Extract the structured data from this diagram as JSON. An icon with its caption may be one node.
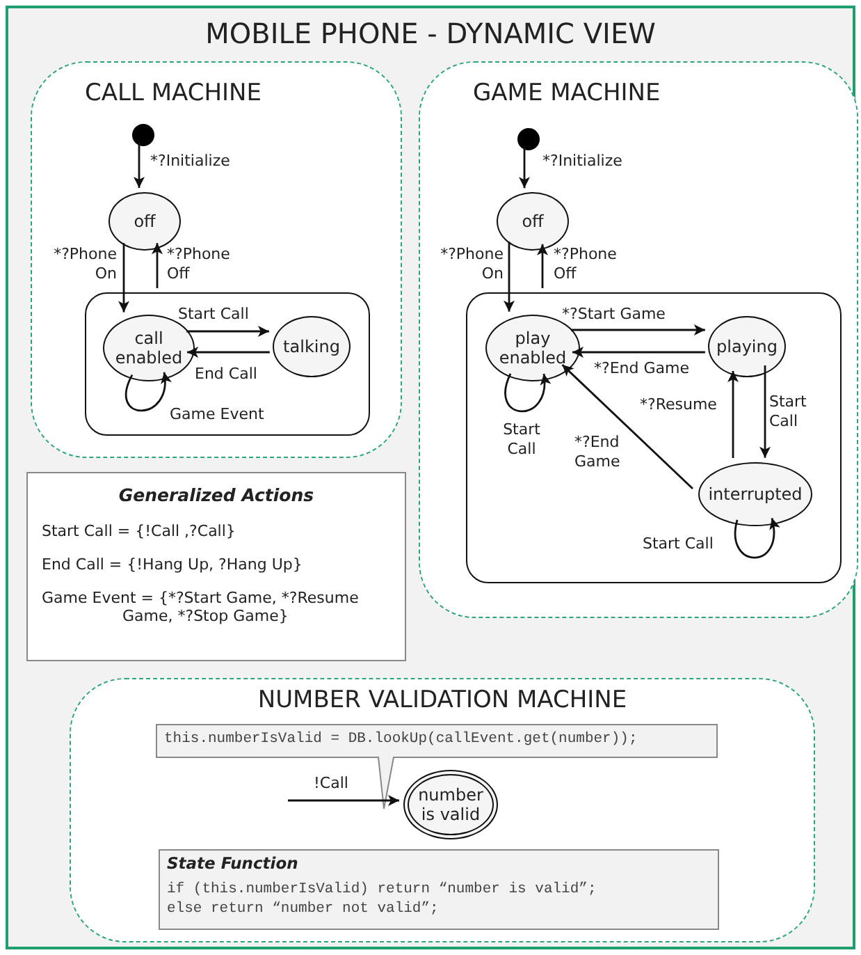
{
  "diagram": {
    "title": "MOBILE PHONE - DYNAMIC VIEW",
    "nodes": [
      {
        "text": [
          "CALL MACHINE"
        ]
      },
      {
        "text": [],
        "shape": "circle",
        "in": 0
      },
      {
        "text": [
          "off"
        ],
        "in": 0
      },
      {
        "text": [],
        "shape": "box",
        "in": 0
      },
      {
        "text": [
          "call enabled"
        ],
        "in": 3
      },
      {
        "text": [
          "talking"
        ],
        "in": 3
      },
      {
        "text": [
          "GAME MACHINE"
        ]
      },
      {
        "text": [],
        "shape": "circle",
        "in": 6
      },
      {
        "text": [
          "off"
        ],
        "in": 6
      },
      {
        "text": [],
        "shape": "box",
        "in": 6
      },
      {
        "text": [
          "play enabled"
        ],
        "in": 9
      },
      {
        "text": [
          "playing"
        ],
        "in": 9
      },
      {
        "text": [
          "interrupted"
        ],
        "in": 9
      },
      {
        "text": [
          "Generalized Actions",
          "Start Call =  {!Call ,?Call}",
          "End Call = {!Hang Up, ?Hang Up}",
          "Game Event = {*?Start Game, *?Resume Game, *?Stop Game}"
        ]
      },
      {
        "text": [
          "NUMBER VALIDATION MACHINE"
        ]
      },
      {
        "text": [
          "this.numberIsValid = DB.lookUp(callEvent.get(number));"
        ],
        "in": 14
      },
      {
        "text": [
          "number is valid"
        ],
        "in": 14
      },
      {
        "text": [
          "State Function",
          "if (this.numberIsValid) return “number is valid”;",
          "else return “number not valid”;"
        ],
        "in": 14
      }
    ],
    "edges": [
      {
        "from": 1,
        "to": 2,
        "arrow": "to",
        "label": "*?Initialize"
      },
      {
        "from": 2,
        "to": 4,
        "arrow": "to",
        "label": "*?Phone On"
      },
      {
        "from": 3,
        "to": 2,
        "arrow": "to",
        "label": "*?Phone Off"
      },
      {
        "from": 4,
        "to": 5,
        "arrow": "to",
        "label": "Start Call"
      },
      {
        "from": 5,
        "to": 4,
        "arrow": "to",
        "label": "End Call"
      },
      {
        "from": 4,
        "to": 4,
        "arrow": "to",
        "label": "Game Event"
      },
      {
        "from": 7,
        "to": 8,
        "arrow": "to",
        "label": "*?Initialize"
      },
      {
        "from": 8,
        "to": 10,
        "arrow": "to",
        "label": "*?Phone On"
      },
      {
        "from": 9,
        "to": 8,
        "arrow": "to",
        "label": "*?Phone Off"
      },
      {
        "from": 10,
        "to": 11,
        "arrow": "to",
        "label": "*?Start Game"
      },
      {
        "from": 11,
        "to": 10,
        "arrow": "to",
        "label": "*?End Game"
      },
      {
        "from": 10,
        "to": 10,
        "arrow": "to",
        "label": "Start Call"
      },
      {
        "from": 11,
        "to": 12,
        "arrow": "to",
        "label": "Start Call"
      },
      {
        "from": 12,
        "to": 11,
        "arrow": "to",
        "label": "*?Resume"
      },
      {
        "from": 12,
        "to": 10,
        "arrow": "to",
        "label": "*?End Game"
      },
      {
        "from": 12,
        "to": 12,
        "arrow": "to",
        "label": "Start Call"
      },
      {
        "from": null,
        "to": 16,
        "arrow": "to",
        "label": "!Call"
      }
    ]
  }
}
